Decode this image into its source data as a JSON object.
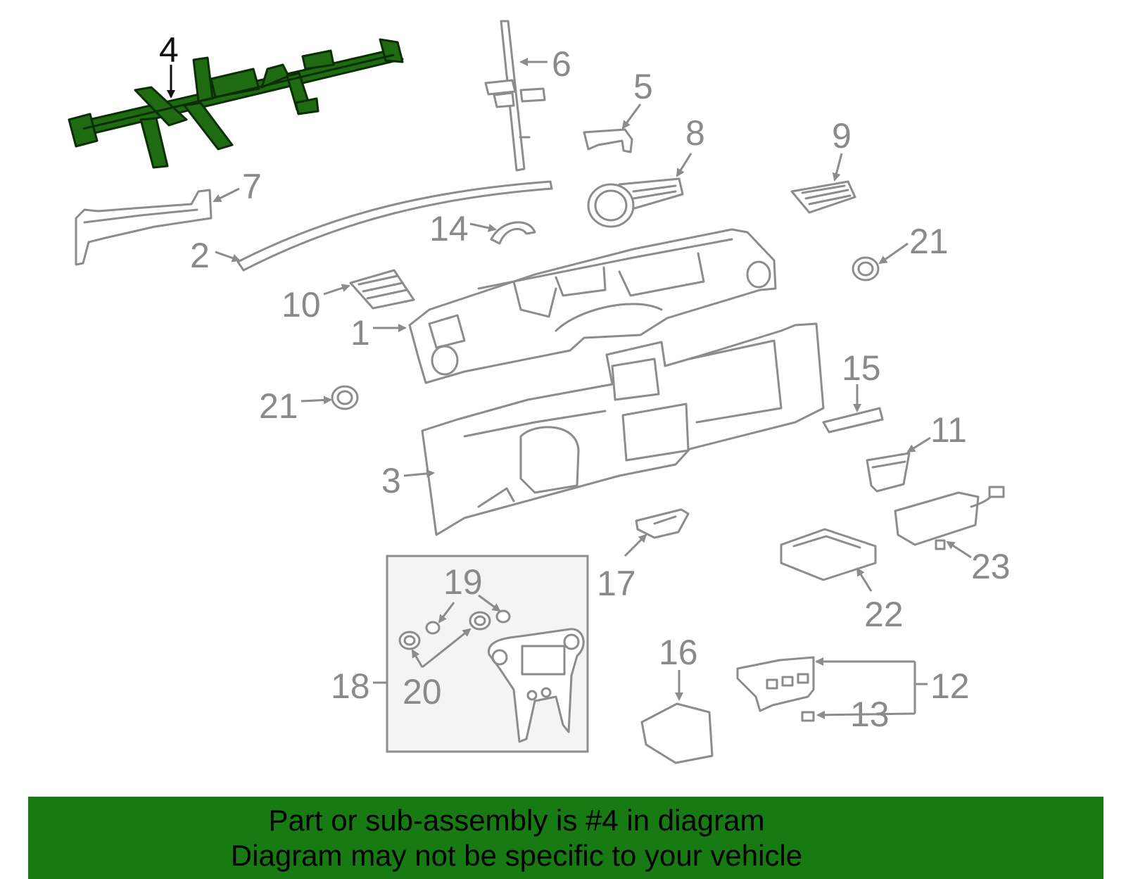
{
  "callouts": [
    "1",
    "2",
    "3",
    "4",
    "5",
    "6",
    "7",
    "8",
    "9",
    "10",
    "11",
    "12",
    "13",
    "14",
    "15",
    "16",
    "17",
    "18",
    "19",
    "20",
    "21",
    "21",
    "22",
    "23"
  ],
  "highlighted_part": "4",
  "colors": {
    "highlight": "#1f6b12",
    "banner": "#177a12",
    "outline": "#8c8c8c"
  },
  "footer": {
    "line1": "Part or sub-assembly is #4 in diagram",
    "line2": "Diagram may not be specific to your vehicle"
  }
}
